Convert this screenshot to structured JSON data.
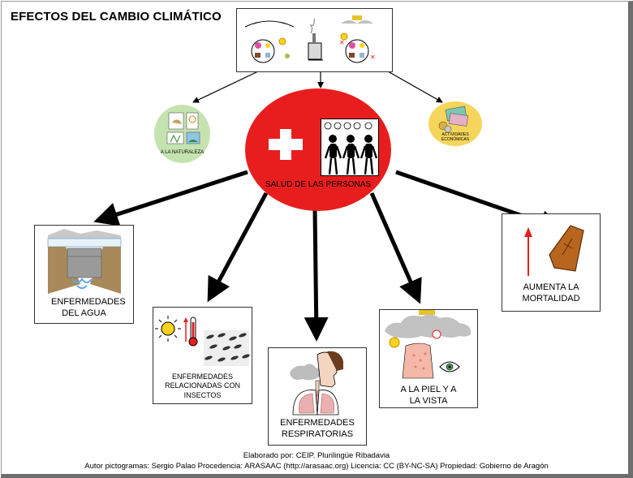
{
  "title": "EFECTOS DEL CAMBIO CLIMÁTICO",
  "center": {
    "label": "SALUD DE LAS PERSONAS",
    "color": "#e81e1e"
  },
  "side_left": {
    "label": "A LA NATURALEZA",
    "color": "#c5e3b0"
  },
  "side_right": {
    "label": "ACTIVIDADES ECONÓMICAS",
    "color": "#f5d55a"
  },
  "effects": [
    {
      "id": "agua",
      "label": "ENFERMEDADES DEL AGUA"
    },
    {
      "id": "insectos",
      "label": "ENFERMEDADES RELACIONADAS CON INSECTOS"
    },
    {
      "id": "respiratorias",
      "label": "ENFERMEDADES RESPIRATORIAS"
    },
    {
      "id": "piel",
      "label": "A LA PIEL Y A LA VISTA"
    },
    {
      "id": "mortalidad",
      "label": "AUMENTA LA MORTALIDAD"
    }
  ],
  "footer": {
    "line1": "Elaborado por: CEIP. Plurilingüe Ribadavia",
    "line2": "Autor pictogramas: Sergio Palao Procedencia: ARASAAC (http://arasaac.org) Licencia: CC (BY-NC-SA)   Propiedad: Gobierno de Aragón"
  }
}
